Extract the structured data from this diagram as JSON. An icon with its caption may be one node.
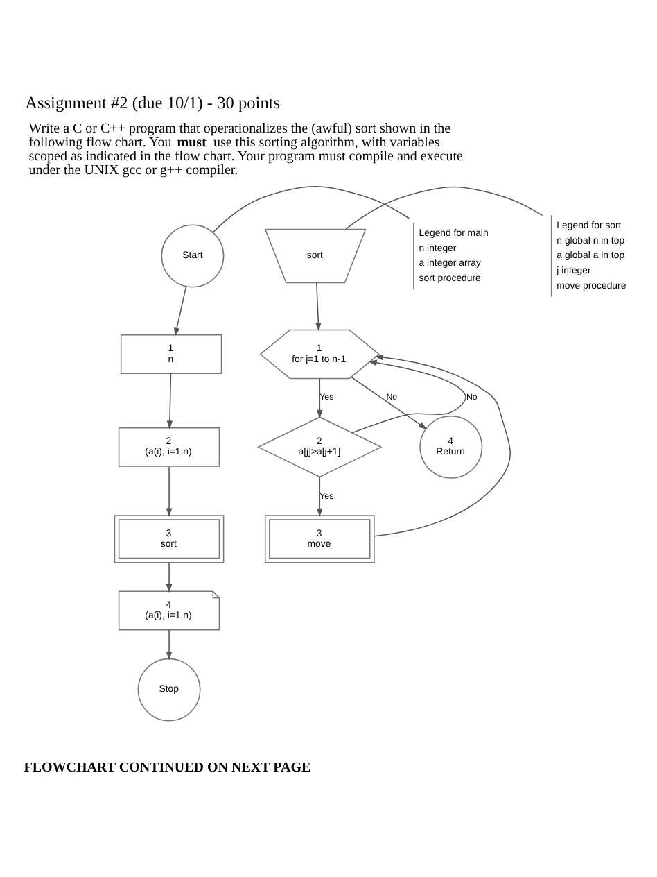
{
  "diagram": {
    "title": "Assignment #2 (due 10/1) - 30 points",
    "nodes": [
      {
        "text": [
          "Start"
        ]
      },
      {
        "text": [
          "Legend for main",
          "n integer",
          "a integer array",
          "sort procedure"
        ]
      },
      {
        "text": [
          "1",
          "n"
        ]
      },
      {
        "text": [
          "2",
          "(a(i), i=1,n)"
        ]
      },
      {
        "text": [
          "3",
          "sort"
        ]
      },
      {
        "text": [
          "4",
          "(a(i), i=1,n)"
        ]
      },
      {
        "text": [
          "Stop"
        ]
      },
      {
        "text": [
          "sort"
        ]
      },
      {
        "text": [
          "Legend for sort",
          "n global n in top",
          "a global a in top",
          "j integer",
          "move procedure"
        ]
      },
      {
        "text": [
          "1",
          "for j=1 to n-1"
        ]
      },
      {
        "text": [
          "2",
          "a[j]>a[j+1]"
        ]
      },
      {
        "text": [
          "3",
          "move"
        ]
      },
      {
        "text": [
          "4",
          "Return"
        ]
      }
    ],
    "edges": [
      {
        "from": 1,
        "to": 0,
        "arrow": "none"
      },
      {
        "from": 0,
        "to": 2,
        "arrow": "to"
      },
      {
        "from": 2,
        "to": 3,
        "arrow": "to"
      },
      {
        "from": 3,
        "to": 4,
        "arrow": "to"
      },
      {
        "from": 4,
        "to": 5,
        "arrow": "to"
      },
      {
        "from": 5,
        "to": 6,
        "arrow": "to"
      },
      {
        "from": 8,
        "to": 7,
        "arrow": "none"
      },
      {
        "from": 7,
        "to": 9,
        "arrow": "to"
      },
      {
        "from": 9,
        "to": 10,
        "arrow": "to",
        "label": "Yes"
      },
      {
        "from": 10,
        "to": 11,
        "arrow": "to",
        "label": "Yes"
      },
      {
        "from": 10,
        "to": 9,
        "arrow": "to",
        "label": "No"
      },
      {
        "from": 11,
        "to": 9,
        "arrow": "to"
      },
      {
        "from": 9,
        "to": 12,
        "arrow": "to",
        "label": "No"
      }
    ],
    "labels": [
      "Write a C or C++ program that operationalizes the (awful) sort shown in the following flow chart. You **must** use this sorting algorithm, with variables scoped as indicated in the flow chart. Your program must compile and execute under the UNIX gcc or g++ compiler.",
      "FLOWCHART CONTINUED ON NEXT PAGE"
    ]
  }
}
